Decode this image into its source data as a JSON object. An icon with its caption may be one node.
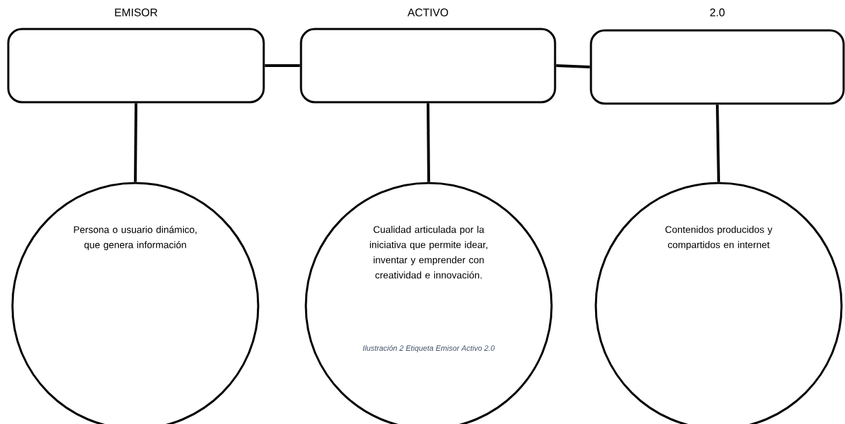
{
  "diagram": {
    "caption": "Ilustración 2 Etiqueta Emisor Activo 2.0",
    "nodes": [
      {
        "text": [
          "EMISOR"
        ]
      },
      {
        "text": [
          "ACTIVO"
        ]
      },
      {
        "text": [
          "2.0"
        ]
      },
      {
        "text": [
          "Persona o usuario dinámico, que genera información"
        ]
      },
      {
        "text": [
          "Cualidad articulada por la iniciativa que permite idear, inventar y emprender con creatividad e innovación."
        ]
      },
      {
        "text": [
          "Contenidos producidos y compartidos en internet"
        ]
      }
    ],
    "edges": [
      {
        "from": 0,
        "to": 1,
        "arrow": "none"
      },
      {
        "from": 1,
        "to": 2,
        "arrow": "none"
      },
      {
        "from": 0,
        "to": 3,
        "arrow": "none"
      },
      {
        "from": 1,
        "to": 4,
        "arrow": "none"
      },
      {
        "from": 2,
        "to": 5,
        "arrow": "none"
      }
    ]
  }
}
